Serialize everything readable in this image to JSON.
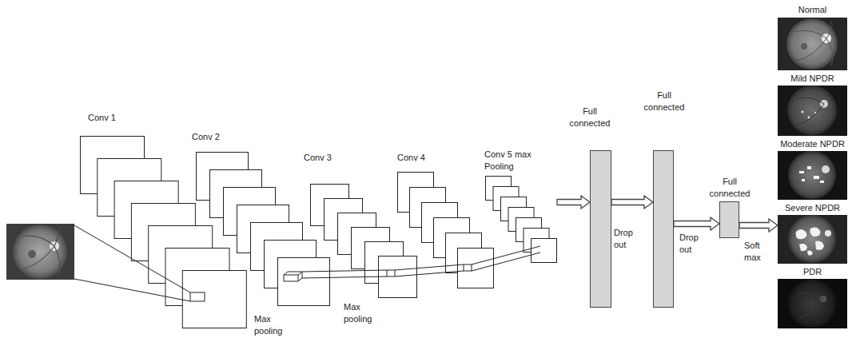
{
  "diagram": {
    "nodes": [
      {
        "text": [
          "Conv 1"
        ]
      },
      {
        "text": [
          "Conv 2"
        ]
      },
      {
        "text": [
          "Conv 3"
        ]
      },
      {
        "text": [
          "Conv 4"
        ]
      },
      {
        "text": [
          "Conv 5 max Pooling"
        ]
      },
      {
        "text": [
          "Full connected"
        ]
      },
      {
        "text": [
          "Full connected"
        ]
      },
      {
        "text": [
          "Full connected"
        ]
      },
      {
        "text": [
          "Normal"
        ]
      },
      {
        "text": [
          "Mild NPDR"
        ]
      },
      {
        "text": [
          "Moderate NPDR"
        ]
      },
      {
        "text": [
          "Severe NPDR"
        ]
      },
      {
        "text": [
          "PDR"
        ]
      }
    ],
    "edges": [
      {
        "from": 4,
        "to": 5,
        "arrow": "to"
      },
      {
        "from": 5,
        "to": 6,
        "label": "Drop out",
        "arrow": "to"
      },
      {
        "from": 6,
        "to": 7,
        "label": "Drop out",
        "arrow": "to"
      },
      {
        "from": 7,
        "to": 11,
        "label": "Soft max",
        "arrow": "to"
      }
    ],
    "labels": [
      "Max pooling",
      "Max pooling"
    ]
  }
}
